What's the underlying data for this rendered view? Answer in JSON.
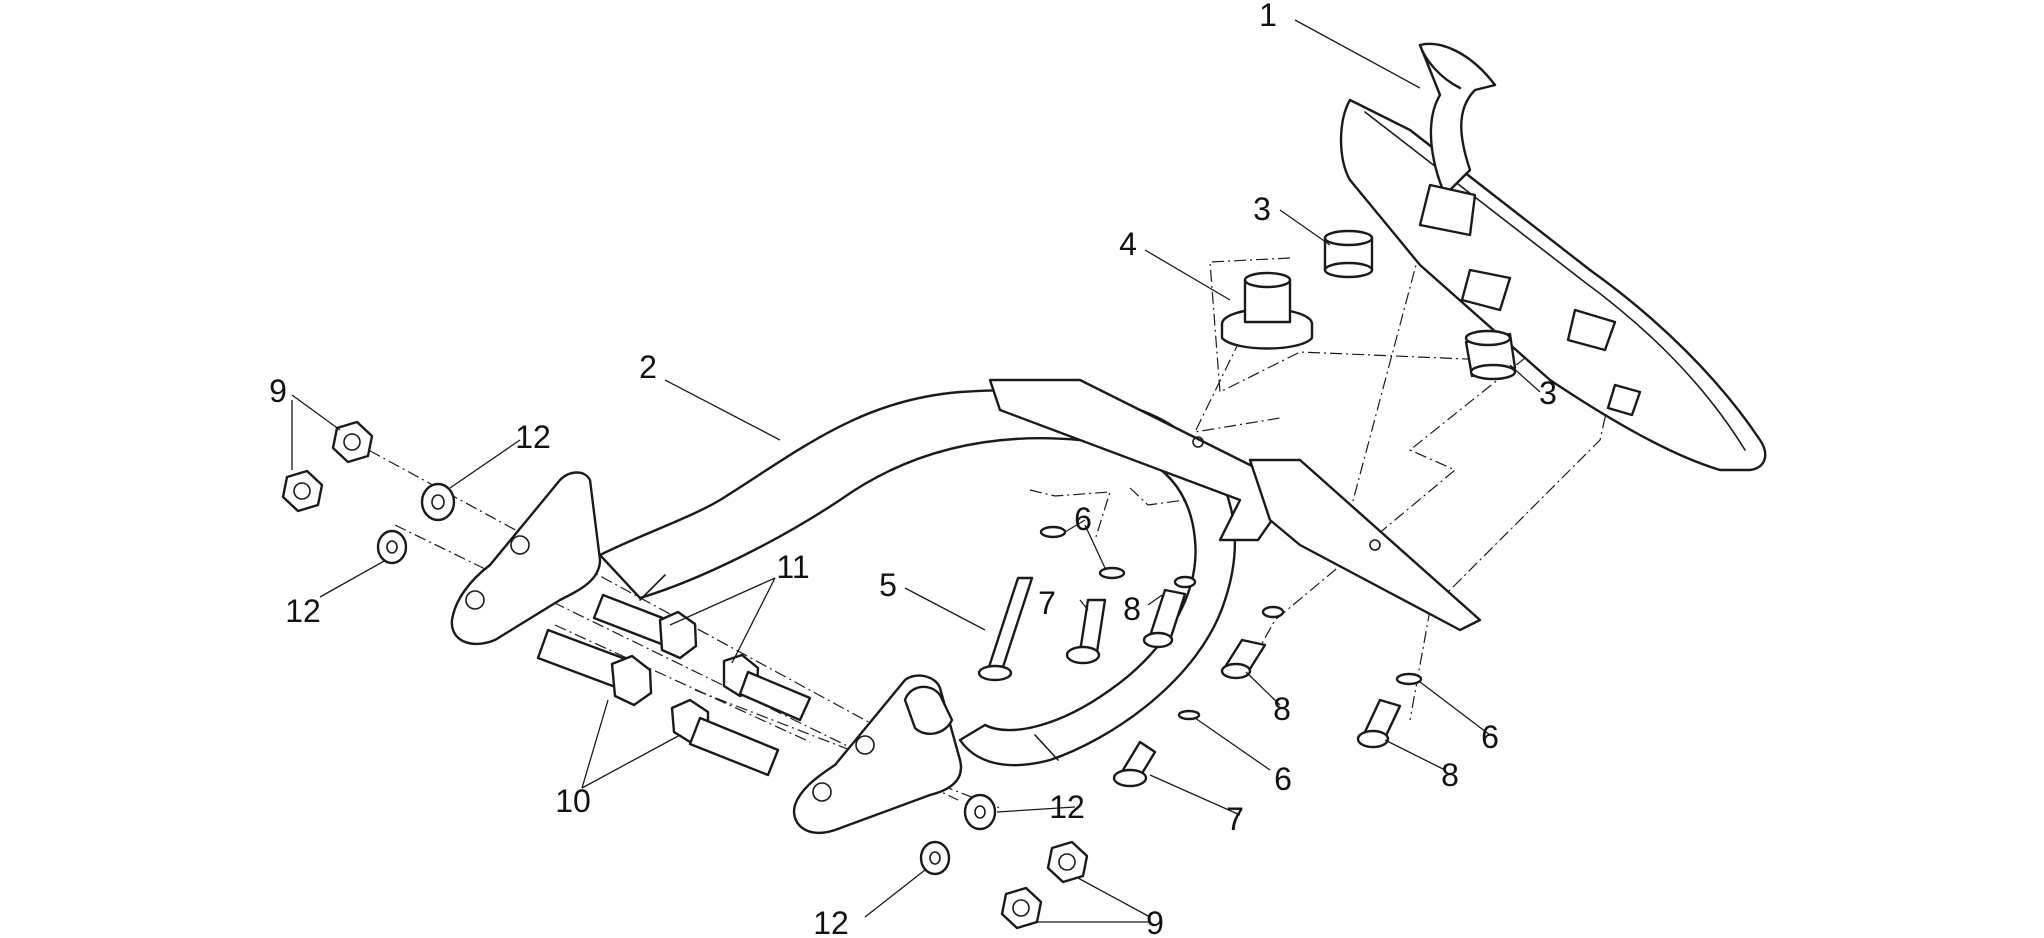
{
  "diagram": {
    "callouts": {
      "c1": "1",
      "c2": "2",
      "c3a": "3",
      "c3b": "3",
      "c4": "4",
      "c5": "5",
      "c6a": "6",
      "c6b": "6",
      "c6c": "6",
      "c7a": "7",
      "c7b": "7",
      "c8a": "8",
      "c8b": "8",
      "c8c": "8",
      "c9a": "9",
      "c9b": "9",
      "c10": "10",
      "c11": "11",
      "c12a": "12",
      "c12b": "12",
      "c12c": "12",
      "c12d": "12"
    }
  }
}
